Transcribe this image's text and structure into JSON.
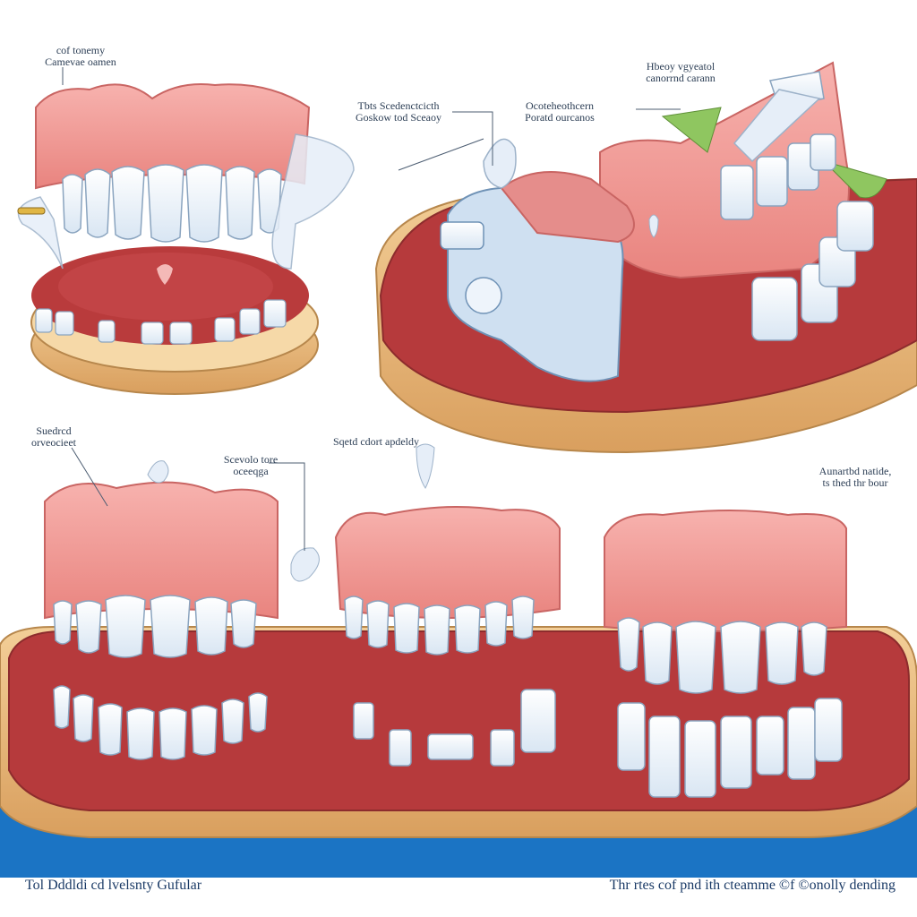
{
  "labels": {
    "top_left": [
      "cof tonemy",
      "Camevae oamen"
    ],
    "top_mid_a": [
      "Tbts Scedenctcicth",
      "Goskow tod Sceaoy"
    ],
    "top_mid_b": [
      "Ocoteheothcern",
      "Poratd ourcanos"
    ],
    "top_right": [
      "Hbeoy vgyeatol",
      "canorrnd carann"
    ],
    "mid_left": [
      "Suedrcd",
      "orveocieet"
    ],
    "mid_center_a": [
      "Scevolo tore",
      "oceeqga"
    ],
    "mid_center_b": [
      "Sqetd cdort apdeldy"
    ],
    "mid_right": [
      "Aunartbd natide,",
      "ts thed thr bour"
    ]
  },
  "footer": {
    "left": "Tol Dddldi cd lvelsnty Gufular",
    "right": "Thr rtes cof pnd ith cteamme ©f ©onolly dending"
  },
  "colors": {
    "gum": "#f29a9a",
    "gum_dark": "#b63a3c",
    "tooth": "#f6f9fd",
    "base": "#e8b878",
    "water": "#1b74c4"
  }
}
